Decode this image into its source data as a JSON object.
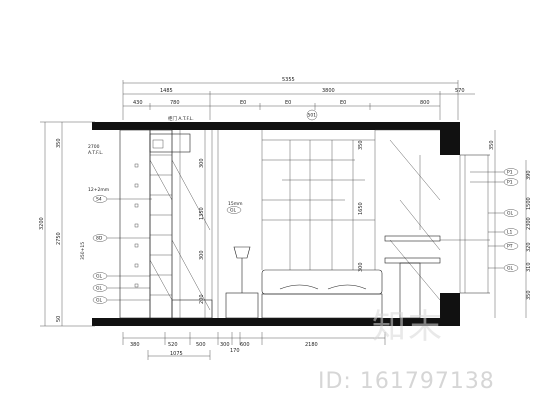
{
  "drawing": {
    "top_dimensions_row1": [
      "5355"
    ],
    "top_dimensions_row2": [
      "1485",
      "3800",
      "570"
    ],
    "top_dimensions_row3": [
      "430",
      "780",
      "E0",
      "E0",
      "E0",
      "800"
    ],
    "top_tag": "501",
    "left_dimensions": [
      "3200",
      "2750",
      "350",
      "50"
    ],
    "left_dimensions_inner": [
      "2700",
      "A.T.F.L.",
      "12+2mm",
      "350+15"
    ],
    "left_tags": [
      "S4",
      "8D",
      "GL",
      "GL",
      "GL"
    ],
    "cabinet_label": "柜门 A.T.F.L.",
    "center_dimensions_mid": [
      "300",
      "1350",
      "300",
      "200"
    ],
    "center_dimensions_right": [
      "1650",
      "350",
      "300"
    ],
    "mirror_label": "15mm",
    "mirror_tag": "GL",
    "right_dimensions": [
      "350",
      "2300",
      "390",
      "1500",
      "320",
      "310",
      "350"
    ],
    "right_tags": [
      "P1",
      "P1",
      "GL",
      "L1",
      "PT",
      "GL"
    ],
    "bottom_dimensions_row1": [
      "380",
      "520",
      "500",
      "300",
      "170",
      "600",
      "2180"
    ],
    "bottom_dimensions_row2": [
      "1075"
    ],
    "watermark_logo": "知末",
    "watermark_id": "ID: 161797138"
  }
}
